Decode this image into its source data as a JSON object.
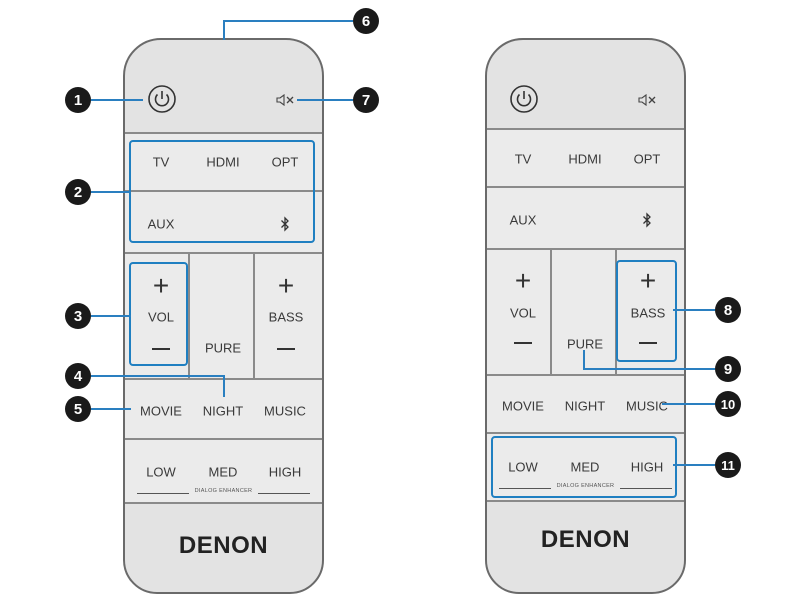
{
  "remote": {
    "brand": "DENON",
    "source_buttons": [
      "TV",
      "HDMI",
      "OPT",
      "AUX"
    ],
    "vol_label": "VOL",
    "bass_label": "BASS",
    "pure_label": "PURE",
    "modes": [
      "MOVIE",
      "NIGHT",
      "MUSIC"
    ],
    "dialog_levels": [
      "LOW",
      "MED",
      "HIGH"
    ],
    "dialog_enhancer_label": "DIALOG ENHANCER",
    "icons": [
      "power-icon",
      "mute-icon",
      "bluetooth-icon",
      "plus-icon",
      "minus-icon"
    ]
  },
  "callouts": [
    "1",
    "2",
    "3",
    "4",
    "5",
    "6",
    "7",
    "8",
    "9",
    "10",
    "11"
  ],
  "colors": {
    "highlight": "#1f7fc1",
    "callout": "#1a1a1a",
    "remote_body": "#e3e3e3"
  }
}
